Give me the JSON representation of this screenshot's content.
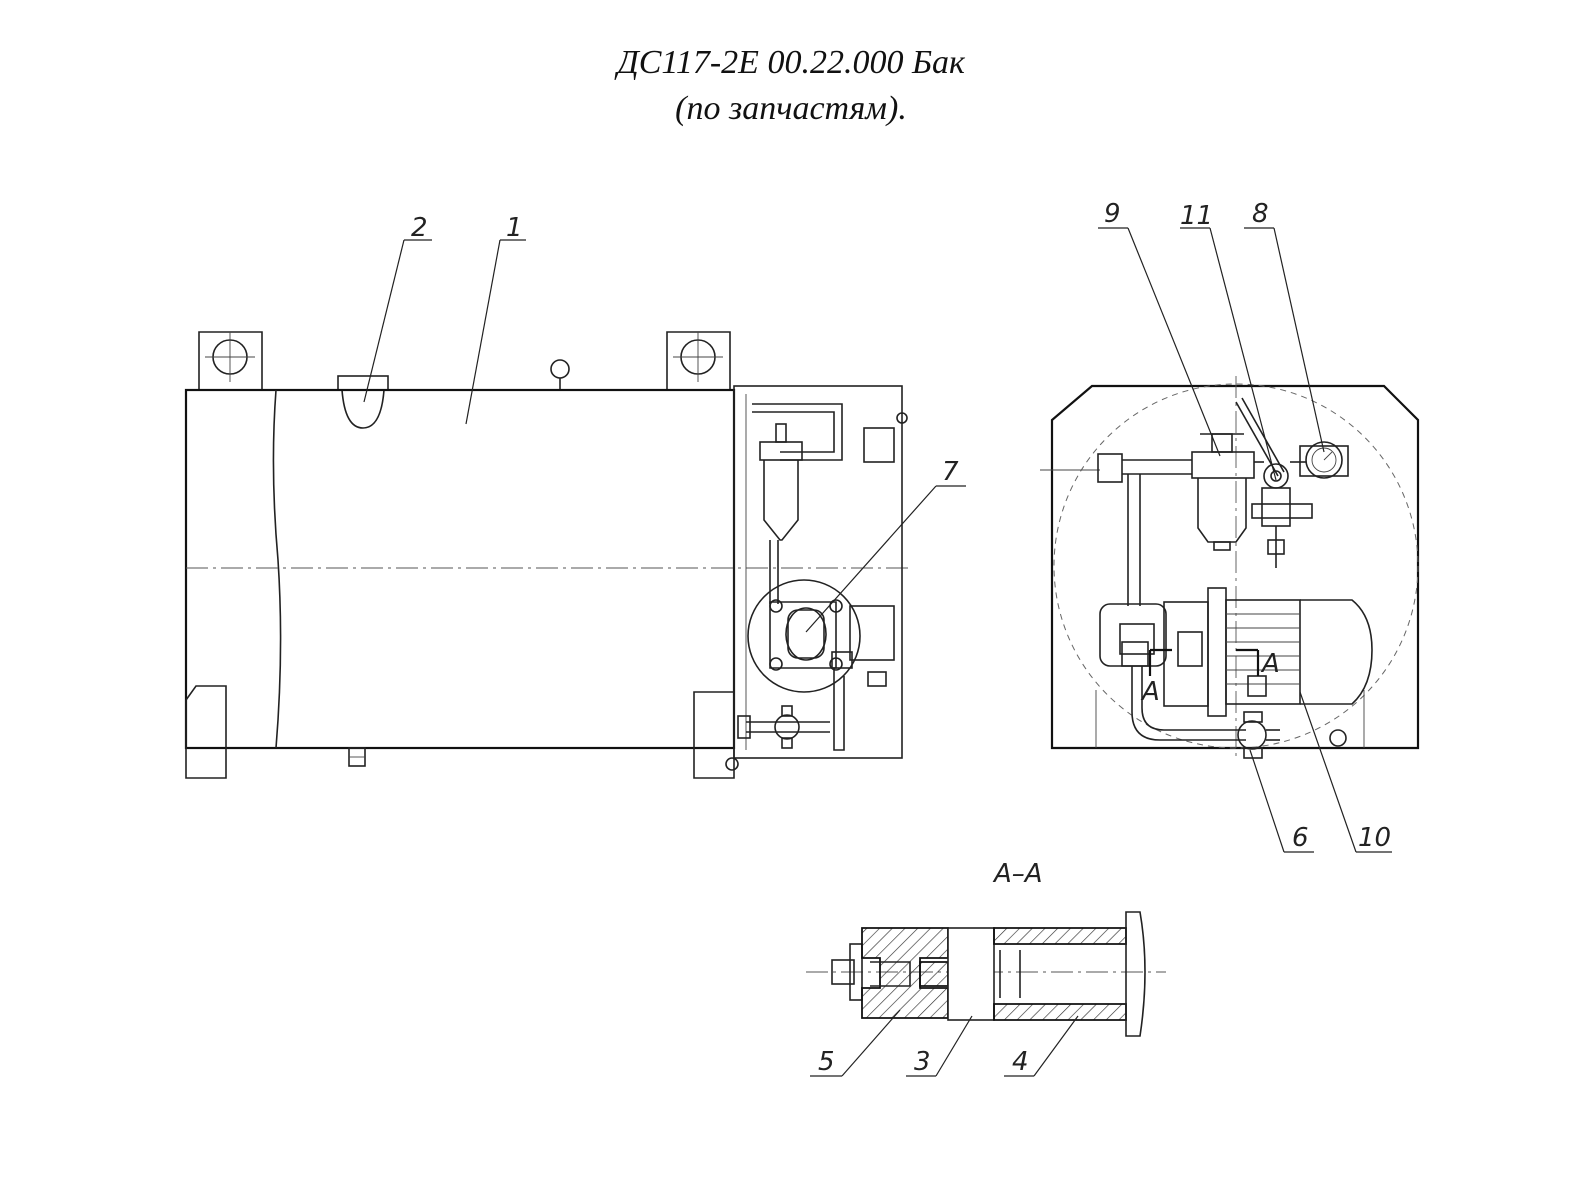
{
  "title": {
    "line1": "ДС117-2Е 00.22.000 Бак",
    "line2": "(по запчастям)."
  },
  "callouts": {
    "c1": "1",
    "c2": "2",
    "c3": "3",
    "c4": "4",
    "c5": "5",
    "c6": "6",
    "c7": "7",
    "c8": "8",
    "c9": "9",
    "c10": "10",
    "c11": "11"
  },
  "section": {
    "title": "А–А",
    "marker_left": "А",
    "marker_right": "А"
  }
}
